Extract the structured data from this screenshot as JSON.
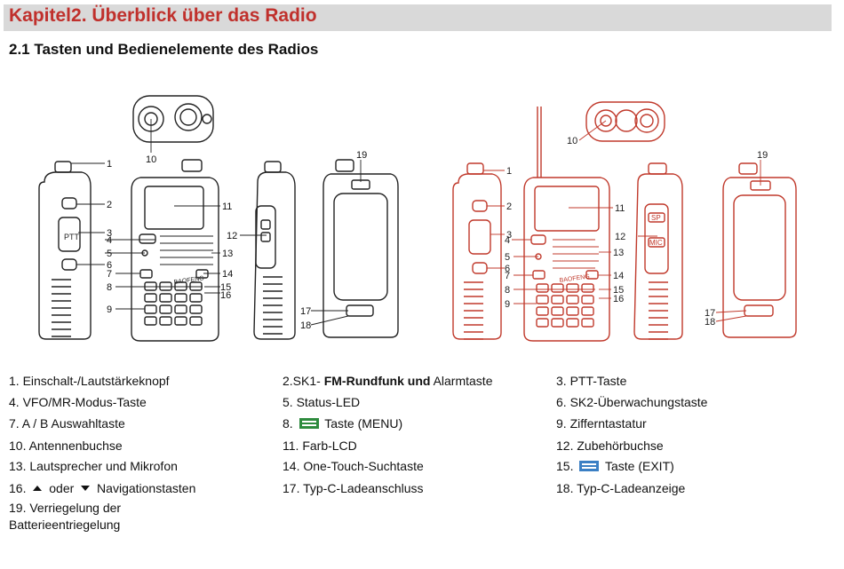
{
  "chapter": {
    "title": "Kapitel2. Überblick über das Radio"
  },
  "section": {
    "title": "2.1  Tasten und Bedienelemente des Radios"
  },
  "callouts_black": [
    "1",
    "2",
    "3",
    "4",
    "5",
    "6",
    "7",
    "8",
    "9",
    "10",
    "11",
    "12",
    "13",
    "14",
    "15",
    "16",
    "17",
    "18",
    "19"
  ],
  "callouts_red": [
    "1",
    "2",
    "3",
    "4",
    "5",
    "6",
    "7",
    "8",
    "9",
    "10",
    "11",
    "12",
    "13",
    "14",
    "15",
    "16",
    "17",
    "18",
    "19"
  ],
  "device_labels": {
    "ptt": "PTT",
    "brand": "BAOFENG",
    "sp": "SP",
    "mic": "MIC"
  },
  "legend": {
    "i1": "1. Einschalt-/Lautstärkeknopf",
    "i2_pre": "2.SK1- ",
    "i2_bold": "FM-Rundfunk und",
    "i2_post": " Alarmtaste",
    "i3": "3. PTT-Taste",
    "i4": "4. VFO/MR-Modus-Taste",
    "i5": "5. Status-LED",
    "i6": "6. SK2-Überwachungstaste",
    "i7": "7. A / B Auswahltaste",
    "i8_pre": "8. ",
    "i8_post": " Taste (MENU)",
    "i9": "9. Zifferntastatur",
    "i10": "10. Antennenbuchse",
    "i11": "11. Farb-LCD",
    "i12": "12. Zubehörbuchse",
    "i13": "13. Lautsprecher und Mikrofon",
    "i14": "14. One-Touch-Suchtaste",
    "i15_pre": "15. ",
    "i15_post": " Taste (EXIT)",
    "i16_pre": "16. ",
    "i16_mid": " oder ",
    "i16_post": " Navigationstasten",
    "i17": "17. Typ-C-Ladeanschluss",
    "i18": "18. Typ-C-Ladeanzeige",
    "i19_line1": "19. Verriegelung der",
    "i19_line2": "Batterieentriegelung"
  },
  "colors": {
    "chapter_text": "#c0302c",
    "chapter_bar": "#d9d9d9",
    "red_drawing": "#c0392b",
    "menu_icon": "#2e8b3e",
    "exit_icon": "#3b7fc4"
  },
  "icons": {
    "menu": "menu-green-icon",
    "exit": "exit-blue-icon",
    "up": "up-triangle-icon",
    "down": "down-triangle-icon"
  }
}
